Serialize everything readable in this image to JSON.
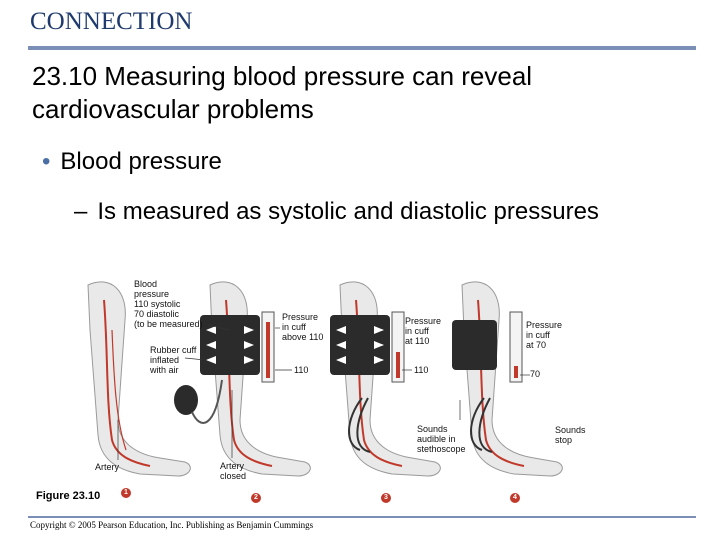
{
  "header": {
    "label": "CONNECTION"
  },
  "slide": {
    "title": "23.10 Measuring blood pressure can reveal cardiovascular problems",
    "bullet1": "Blood pressure",
    "bullet2": "Is measured as systolic and diastolic pressures"
  },
  "figure": {
    "caption": "Figure 23.10",
    "labels": {
      "bp": [
        "Blood",
        "pressure",
        "110 systolic",
        "70 diastolic",
        "(to be measured)"
      ],
      "rubber": [
        "Rubber cuff",
        "inflated",
        "with air"
      ],
      "artery": "Artery",
      "artery_closed": [
        "Artery",
        "closed"
      ],
      "p_above": [
        "Pressure",
        "in cuff",
        "above 110"
      ],
      "v110a": "110",
      "p_at110": [
        "Pressure",
        "in cuff",
        "at 110"
      ],
      "v110b": "110",
      "sounds_audible": [
        "Sounds",
        "audible in",
        "stethoscope"
      ],
      "p_at70": [
        "Pressure",
        "in cuff",
        "at 70"
      ],
      "v70": "70",
      "sounds_stop": [
        "Sounds",
        "stop"
      ]
    },
    "steps": [
      "1",
      "2",
      "3",
      "4"
    ]
  },
  "footer": {
    "copyright": "Copyright © 2005 Pearson Education, Inc. Publishing as Benjamin Cummings"
  },
  "colors": {
    "header": "#1f3a6d",
    "rule": "#7b8fb6",
    "artery": "#c0392b",
    "cuff": "#2b2b2b"
  }
}
